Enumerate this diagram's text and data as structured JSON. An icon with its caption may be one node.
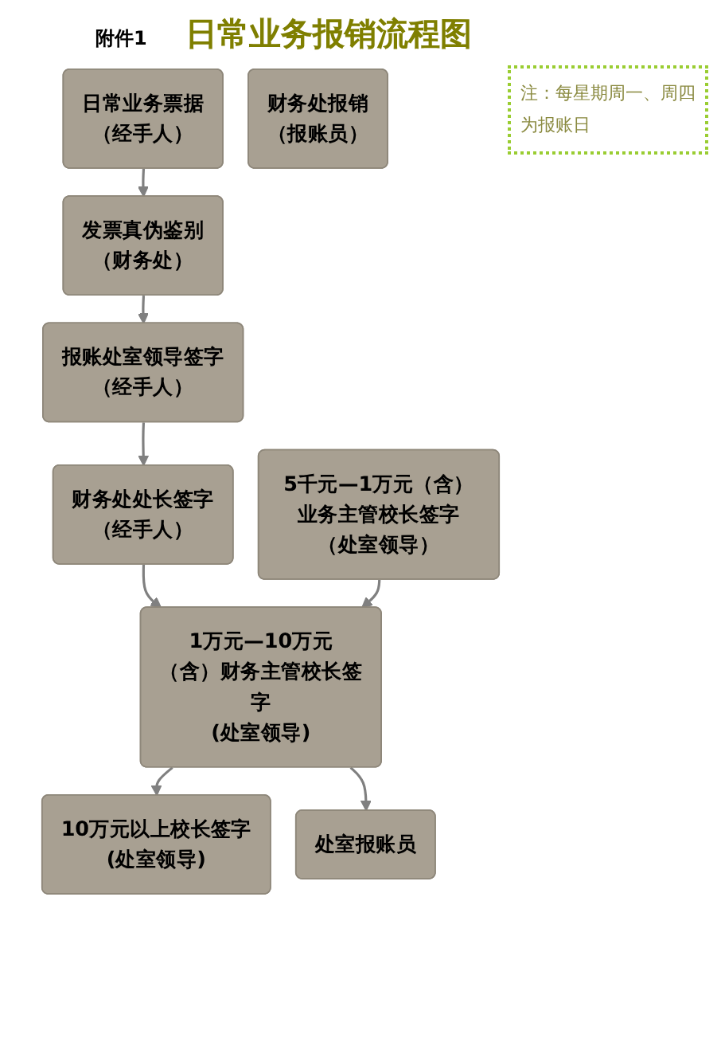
{
  "diagram": {
    "title": "日常业务报销流程图",
    "nodes": [
      {
        "text": [
          "日常业务票据",
          "（经手人）"
        ]
      },
      {
        "text": [
          "发票真伪鉴别",
          "（财务处）"
        ]
      },
      {
        "text": [
          "报账处室领导签字",
          "（经手人）"
        ]
      },
      {
        "text": [
          "财务处处长签字",
          "（经手人）"
        ]
      },
      {
        "text": [
          "5千元—1万元（含）业务主管校长签字",
          "（处室领导）"
        ]
      },
      {
        "text": [
          "1万元—10万元（含）财务主管校长签字",
          "(处室领导)"
        ]
      },
      {
        "text": [
          "10万元以上校长签字",
          "(处室领导)"
        ]
      },
      {
        "text": [
          "处室报账员"
        ]
      },
      {
        "text": [
          "财务处报销",
          "（报账员）"
        ]
      }
    ],
    "edges": [
      {
        "from": 0,
        "to": 1,
        "arrow": "to"
      },
      {
        "from": 1,
        "to": 2,
        "arrow": "to"
      },
      {
        "from": 2,
        "to": 3,
        "arrow": "to"
      },
      {
        "from": 3,
        "to": 5,
        "arrow": "to"
      },
      {
        "from": 4,
        "to": 5,
        "arrow": "to"
      },
      {
        "from": 5,
        "to": 6,
        "arrow": "to"
      },
      {
        "from": 5,
        "to": 7,
        "arrow": "to"
      }
    ],
    "labels": [
      "附件1",
      "注：每星期周一、周四为报账日"
    ]
  }
}
